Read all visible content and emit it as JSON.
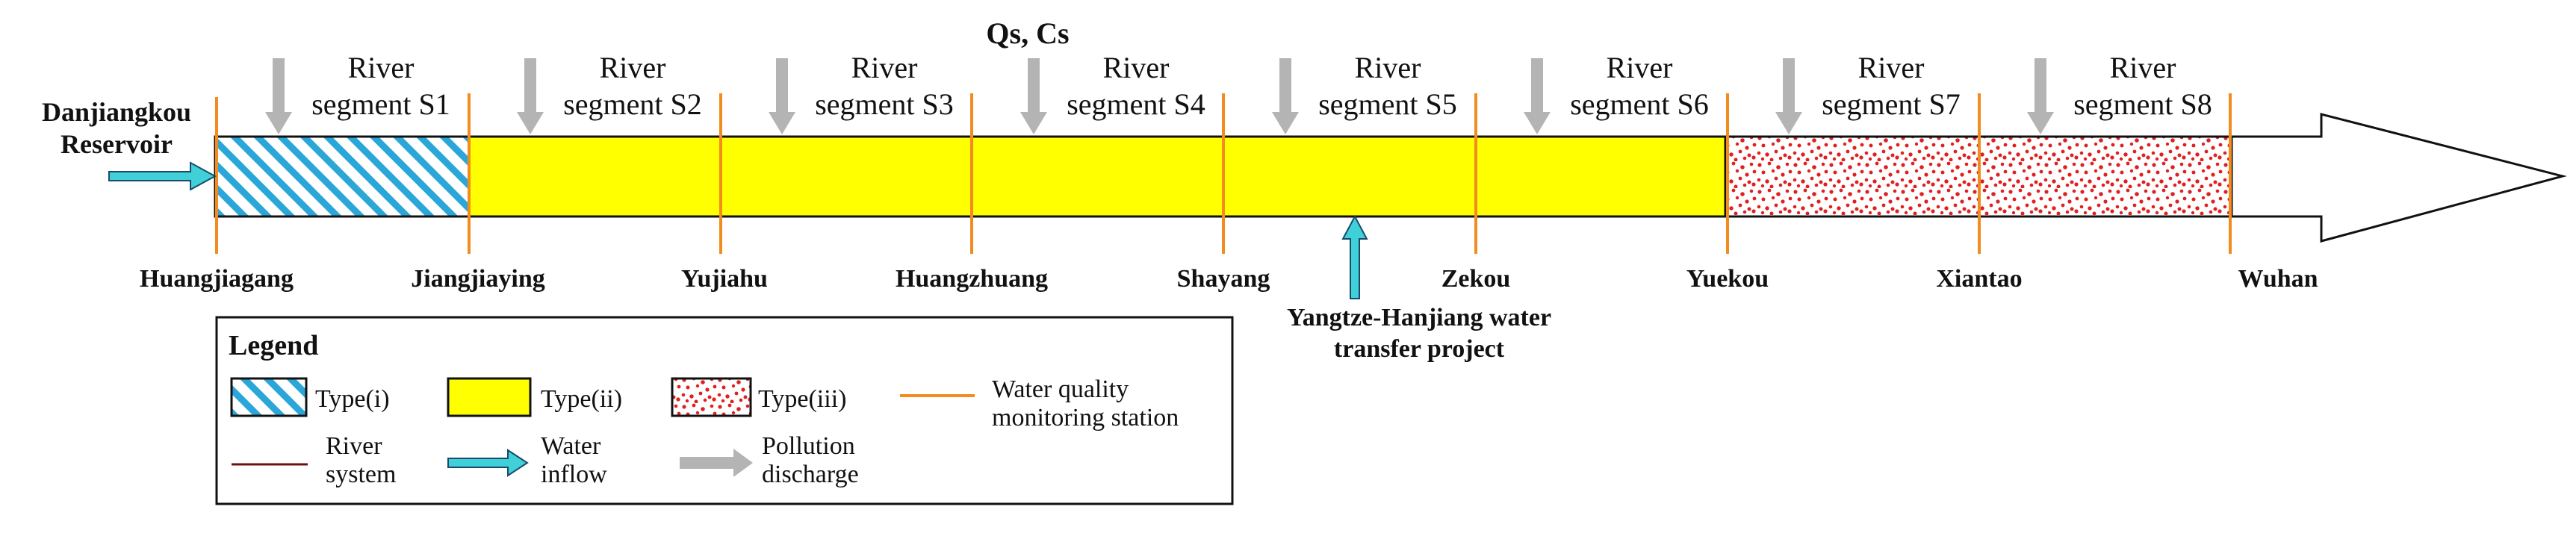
{
  "title": "Qs, Cs",
  "source_label": [
    "Danjiangkou",
    "Reservoir"
  ],
  "segments": [
    {
      "line1": "River",
      "line2": "segment S1",
      "type": "i"
    },
    {
      "line1": "River",
      "line2": "segment S2",
      "type": "ii"
    },
    {
      "line1": "River",
      "line2": "segment S3",
      "type": "ii"
    },
    {
      "line1": "River",
      "line2": "segment S4",
      "type": "ii"
    },
    {
      "line1": "River",
      "line2": "segment S5",
      "type": "ii"
    },
    {
      "line1": "River",
      "line2": "segment S6",
      "type": "ii"
    },
    {
      "line1": "River",
      "line2": "segment S7",
      "type": "iii"
    },
    {
      "line1": "River",
      "line2": "segment S8",
      "type": "iii"
    }
  ],
  "stations": [
    "Huangjiagang",
    "Jiangjiaying",
    "Yujiahu",
    "Huangzhuang",
    "Shayang",
    "Zekou",
    "Yuekou",
    "Xiantao",
    "Wuhan"
  ],
  "transfer_label": [
    "Yangtze-Hanjiang water",
    "transfer project"
  ],
  "legend": {
    "title": "Legend",
    "type_i": "Type(i)",
    "type_ii": "Type(ii)",
    "type_iii": "Type(iii)",
    "station": [
      "Water quality",
      "monitoring station"
    ],
    "river": [
      "River",
      "system"
    ],
    "inflow": [
      "Water",
      "inflow"
    ],
    "pollution": [
      "Pollution",
      "discharge"
    ]
  },
  "colors": {
    "type_i_stripe": "#2aa7d8",
    "type_ii_fill": "#ffff00",
    "type_iii_dot": "#e02020",
    "station_line": "#f28c1e",
    "river_line": "#6b1010",
    "inflow_arrow": "#3fd0d8",
    "pollution_arrow": "#b4b4b4"
  }
}
